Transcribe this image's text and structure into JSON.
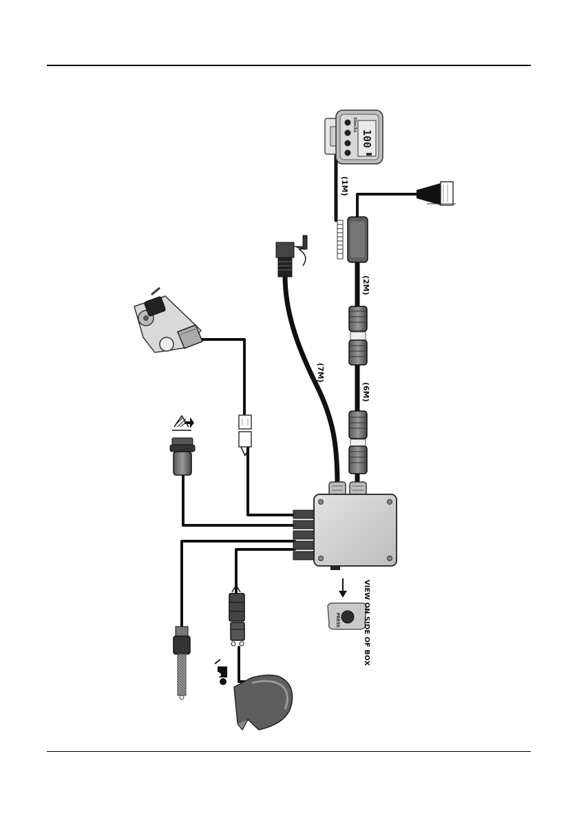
{
  "labels": {
    "cable_1m": "(1M)",
    "cable_2m": "(2M)",
    "cable_6m": "(6M)",
    "cable_7m": "(7M)",
    "view_note": "VIEW ON SIDE OF BOX",
    "press_button": "PRESS",
    "display_reading": "100",
    "display_brand": "Stocks"
  },
  "colors": {
    "cable": "#111111",
    "box": "#d4d4d4",
    "component": "#8c8c8c"
  }
}
